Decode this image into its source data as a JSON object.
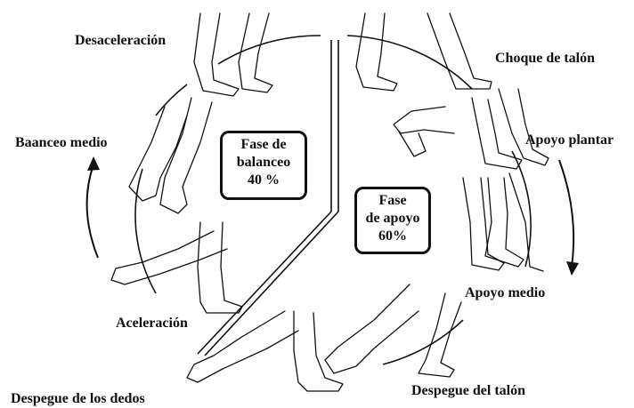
{
  "diagram": {
    "phases": [
      {
        "id": "swing",
        "lines": [
          "Fase de",
          "balanceo",
          "40 %"
        ]
      },
      {
        "id": "stance",
        "lines": [
          "Fase",
          "de apoyo",
          "60%"
        ]
      }
    ],
    "events": [
      "Desaceleración",
      "Choque de talón",
      "Apoyo plantar",
      "Baanceo medio",
      "Aceleración",
      "Apoyo medio",
      "Despegue de los dedos",
      "Despegue del talón"
    ],
    "colors": {
      "ink": "#111111",
      "background": "#ffffff"
    },
    "icons": [
      "cycle-arrow-left-icon",
      "cycle-arrow-right-icon",
      "leg-icon"
    ]
  }
}
